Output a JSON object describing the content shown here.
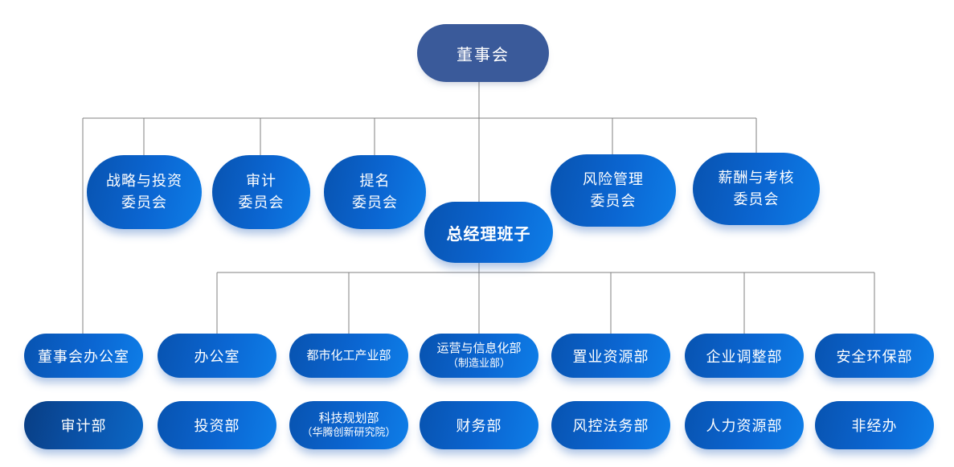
{
  "chart": {
    "type": "org-chart",
    "board": {
      "label": "董事会"
    },
    "committees": [
      {
        "line1": "战略与投资",
        "line2": "委员会"
      },
      {
        "line1": "审计",
        "line2": "委员会"
      },
      {
        "line1": "提名",
        "line2": "委员会"
      },
      {
        "line1": "风险管理",
        "line2": "委员会"
      },
      {
        "line1": "薪酬与考核",
        "line2": "委员会"
      }
    ],
    "gm": {
      "label": "总经理班子"
    },
    "row1": [
      {
        "label": "董事会办公室"
      },
      {
        "label": "办公室"
      },
      {
        "label": "都市化工产业部"
      },
      {
        "label": "运营与信息化部",
        "sublabel": "（制造业部）"
      },
      {
        "label": "置业资源部"
      },
      {
        "label": "企业调整部"
      },
      {
        "label": "安全环保部"
      }
    ],
    "row2": [
      {
        "label": "审计部"
      },
      {
        "label": "投资部"
      },
      {
        "label": "科技规划部",
        "sublabel": "（华腾创新研究院）"
      },
      {
        "label": "财务部"
      },
      {
        "label": "风控法务部"
      },
      {
        "label": "人力资源部"
      },
      {
        "label": "非经办"
      }
    ],
    "colors": {
      "board_fill": "#3a5a9a",
      "node_gradient_dark": "#0853b0",
      "node_gradient_light": "#0e7ee8",
      "audit_dark": "#093e84",
      "line": "#808080",
      "text": "#ffffff"
    }
  }
}
